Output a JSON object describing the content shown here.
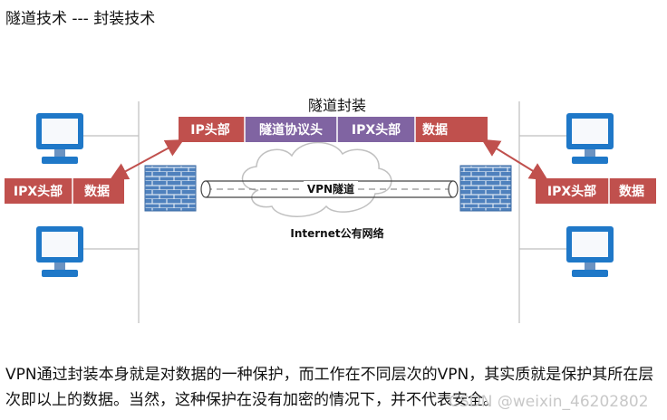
{
  "title": "隧道技术 --- 封装技术",
  "diagram": {
    "encap_label": "隧道封装",
    "center_packet": [
      "IP头部",
      "隧道协议头",
      "IPX头部",
      "数据"
    ],
    "left_packet": [
      "IPX头部",
      "数据"
    ],
    "right_packet": [
      "IPX头部",
      "数据"
    ],
    "tunnel_label": "VPN隧道",
    "cloud_label": "Internet公有网络",
    "colors": {
      "red": "#c0504d",
      "purple": "#8064a2",
      "arrow": "#c0504d",
      "firewall": "#4f81bd",
      "monitor": "#1f78c8",
      "line": "#bfbfbf"
    }
  },
  "caption": "VPN通过封装本身就是对数据的一种保护，而工作在不同层次的VPN，其实质就是保护其所在层次即以上的数据。当然，这种保护在没有加密的情况下，并不代表安全。",
  "watermark": "CSDN @weixin_46202802"
}
